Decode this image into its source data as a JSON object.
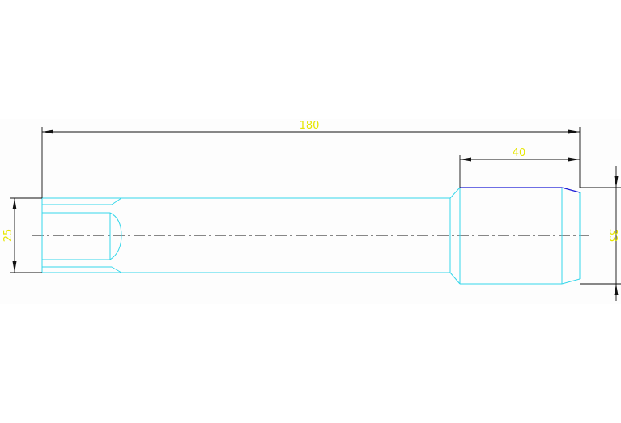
{
  "drawing": {
    "dimensions": {
      "overall_length": "180",
      "head_length": "40",
      "shank_diameter": "25",
      "head_diameter": "33"
    },
    "colors": {
      "part_outline": "#35d6ea",
      "dimension_line": "#111111",
      "dimension_text": "#e6e600",
      "highlight_edge": "#1a1ad6",
      "background": "#ffffff"
    }
  }
}
